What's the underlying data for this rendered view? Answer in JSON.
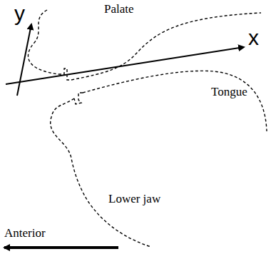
{
  "diagram": {
    "labels": [
      "y",
      "x",
      "Palate",
      "Tongue",
      "Lower jaw",
      "Anterior"
    ]
  }
}
